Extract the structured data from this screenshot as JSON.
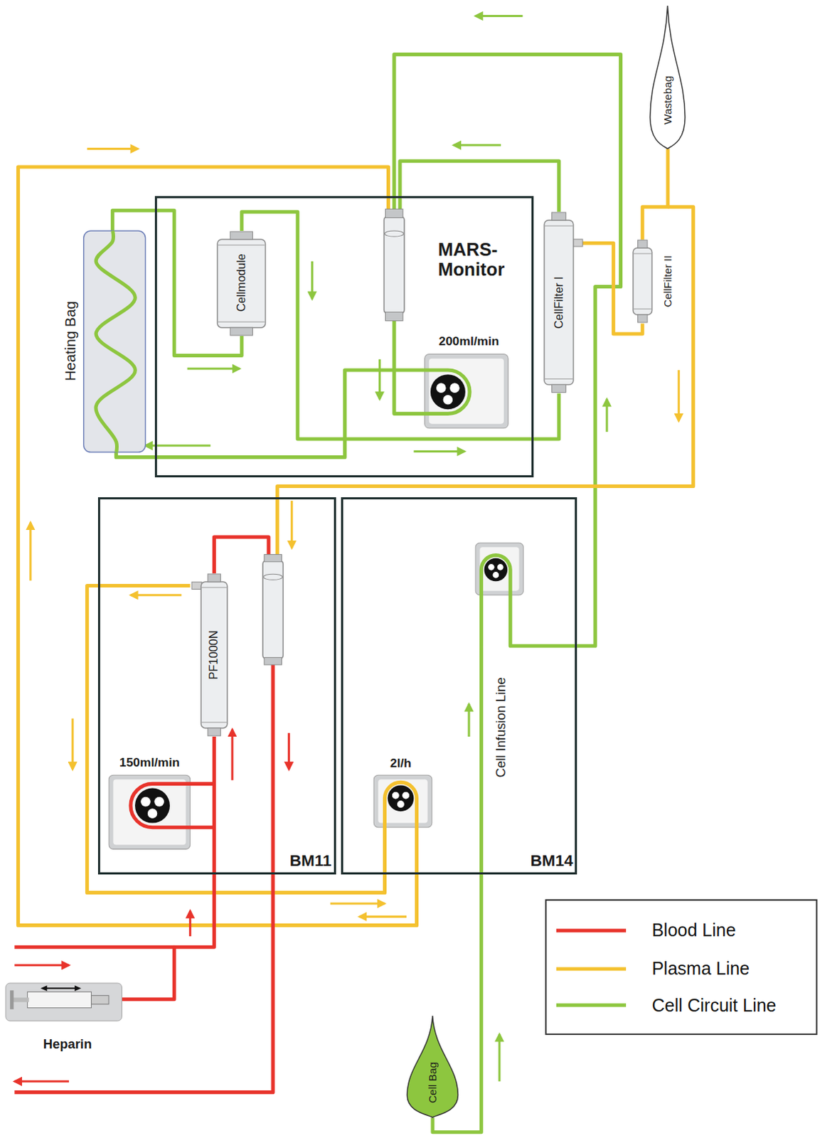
{
  "diagram": {
    "nodes": [
      {
        "text": [
          "Wastebag"
        ]
      },
      {
        "text": [
          "Heating Bag"
        ]
      },
      {
        "text": [
          "MARS-Monitor"
        ]
      },
      {
        "text": [
          "Cellmodule"
        ],
        "in": 2
      },
      {
        "text": [
          "CellFilter I"
        ]
      },
      {
        "text": [
          "CellFilter II"
        ]
      },
      {
        "text": [
          "BM11"
        ]
      },
      {
        "text": [
          "PF1000N"
        ],
        "in": 6
      },
      {
        "text": [
          "BM14"
        ]
      },
      {
        "text": [
          "Cell Bag"
        ]
      },
      {
        "text": [
          "Heparin"
        ]
      }
    ],
    "edges": [
      {
        "from": 1,
        "to": 3,
        "arrow": "none"
      },
      {
        "from": 3,
        "to": 4,
        "arrow": "none"
      },
      {
        "from": 4,
        "to": 5,
        "arrow": "none"
      },
      {
        "from": 5,
        "to": 0,
        "arrow": "none"
      },
      {
        "from": 10,
        "to": 7,
        "arrow": "none"
      },
      {
        "from": 9,
        "to": 8,
        "arrow": "none"
      }
    ],
    "labels": [
      "200ml/min",
      "150ml/min",
      "2l/h",
      "Cell Infusion Line"
    ],
    "legend": [
      {
        "text": "Blood Line"
      },
      {
        "text": "Plasma Line"
      },
      {
        "text": "Cell Circuit Line"
      }
    ]
  }
}
